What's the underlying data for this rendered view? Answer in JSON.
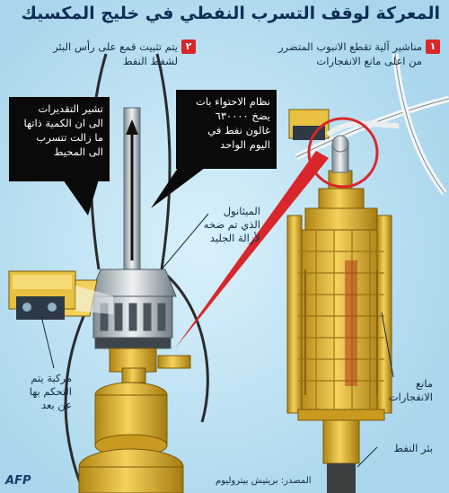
{
  "title": "المعركة لوقف التسرب النفطي في خليج المكسيك",
  "steps": [
    {
      "number": "١",
      "text_line1": "مناشير آلية تقطع الانبوب المتضرر",
      "text_line2": "من اعلى مانع الانفجارات"
    },
    {
      "number": "٢",
      "text_line1": "يتم تثبيت قمع على رأس البئر",
      "text_line2": "لشفط النفط"
    }
  ],
  "callouts": {
    "estimates": {
      "line1": "تشير التقديرات",
      "line2": "الى ان الكمية ذاتها",
      "line3": "ما زالت تتسرب",
      "line4": "الى المحيط"
    },
    "containment": {
      "line1": "نظام الاحتواء بات",
      "line2": "يضخ ٦٣٠٠٠٠",
      "line3": "غالون نفط في",
      "line4": "اليوم الواحد"
    }
  },
  "labels": {
    "methanol": {
      "line1": "الميثانول",
      "line2": "الذي تم ضخه",
      "line3": "لأزالة الجليد"
    },
    "rov": {
      "line1": "مركبة يتم",
      "line2": "التحكم بها",
      "line3": "عن بعد"
    },
    "blowout_preventer": {
      "line1": "مانع",
      "line2": "الانفجارات"
    },
    "oil_well": "بئر النفط"
  },
  "source": "المصدر: بريتيش بيتروليوم",
  "agency": "AFP",
  "colors": {
    "background": "#bfe4f4",
    "gold": "#e0b431",
    "accent": "#d9262a",
    "title": "#0f2e57"
  }
}
